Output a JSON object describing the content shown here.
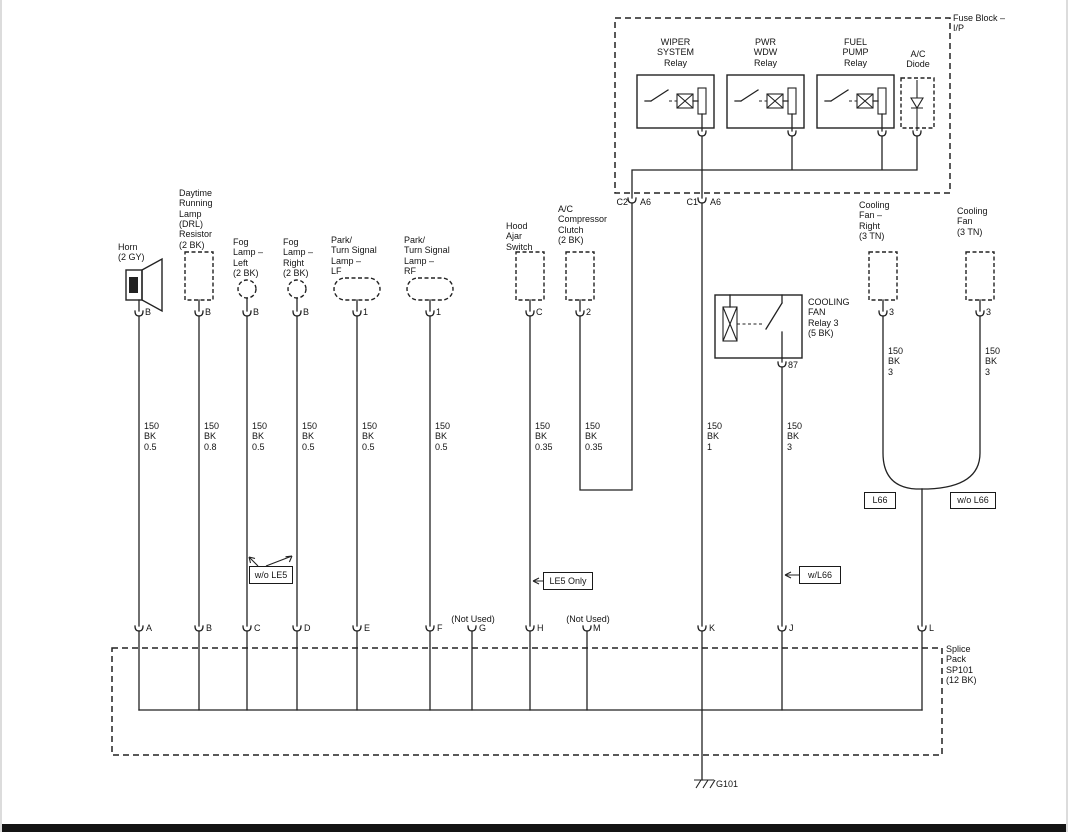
{
  "fuse_block": {
    "label": "Fuse Block –\nI/P",
    "wiper_relay_label": "WIPER\nSYSTEM\nRelay",
    "pwr_wdw_relay_label": "PWR\nWDW\nRelay",
    "fuel_pump_relay_label": "FUEL\nPUMP\nRelay",
    "ac_diode_label": "A/C\nDiode",
    "connector_c2": "C2",
    "connector_c2_pin": "A6",
    "connector_c1": "C1",
    "connector_c1_pin": "A6"
  },
  "components": {
    "horn": {
      "label": "Horn\n(2 GY)",
      "pin": "B"
    },
    "drl_resistor": {
      "label": "Daytime\nRunning\nLamp\n(DRL)\nResistor\n(2 BK)",
      "pin": "B"
    },
    "fog_lamp_left": {
      "label": "Fog\nLamp –\nLeft\n(2 BK)",
      "pin": "B"
    },
    "fog_lamp_right": {
      "label": "Fog\nLamp –\nRight\n(2 BK)",
      "pin": "B"
    },
    "park_turn_lf": {
      "label": "Park/\nTurn Signal\nLamp –\nLF",
      "pin": "1"
    },
    "park_turn_rf": {
      "label": "Park/\nTurn Signal\nLamp –\nRF",
      "pin": "1"
    },
    "hood_ajar_switch": {
      "label": "Hood\nAjar\nSwitch",
      "pin": "C"
    },
    "ac_compressor_clutch": {
      "label": "A/C\nCompressor\nClutch\n(2 BK)",
      "pin": "2"
    },
    "cooling_fan_relay": {
      "label": "COOLING\nFAN\nRelay 3\n(5 BK)",
      "pin": "87"
    },
    "cooling_fan_right": {
      "label": "Cooling\nFan –\nRight\n(3 TN)",
      "pin": "3"
    },
    "cooling_fan": {
      "label": "Cooling\nFan\n(3 TN)",
      "pin": "3"
    }
  },
  "wires": {
    "horn": "150\nBK\n0.5",
    "drl": "150\nBK\n0.8",
    "fog_left": "150\nBK\n0.5",
    "fog_right": "150\nBK\n0.5",
    "park_lf": "150\nBK\n0.5",
    "park_rf": "150\nBK\n0.5",
    "hood_ajar": "150\nBK\n0.35",
    "ac_clutch": "150\nBK\n0.35",
    "fuse_block_ground": "150\nBK\n1",
    "cooling_fan_relay": "150\nBK\n3",
    "cooling_fan_right": "150\nBK\n3",
    "cooling_fan": "150\nBK\n3"
  },
  "options": {
    "wo_le5": "w/o LE5",
    "le5_only": "LE5 Only",
    "w_l66": "w/L66",
    "l66": "L66",
    "wo_l66": "w/o L66"
  },
  "splice_pack": {
    "label": "Splice\nPack\nSP101\n(12 BK)",
    "terminal_a": "A",
    "terminal_b": "B",
    "terminal_c": "C",
    "terminal_d": "D",
    "terminal_e": "E",
    "terminal_f": "F",
    "terminal_g": "G",
    "terminal_h": "H",
    "terminal_m": "M",
    "terminal_k": "K",
    "terminal_j": "J",
    "terminal_l": "L",
    "not_used_g": "(Not Used)",
    "not_used_m": "(Not Used)"
  },
  "ground": {
    "label": "G101"
  }
}
